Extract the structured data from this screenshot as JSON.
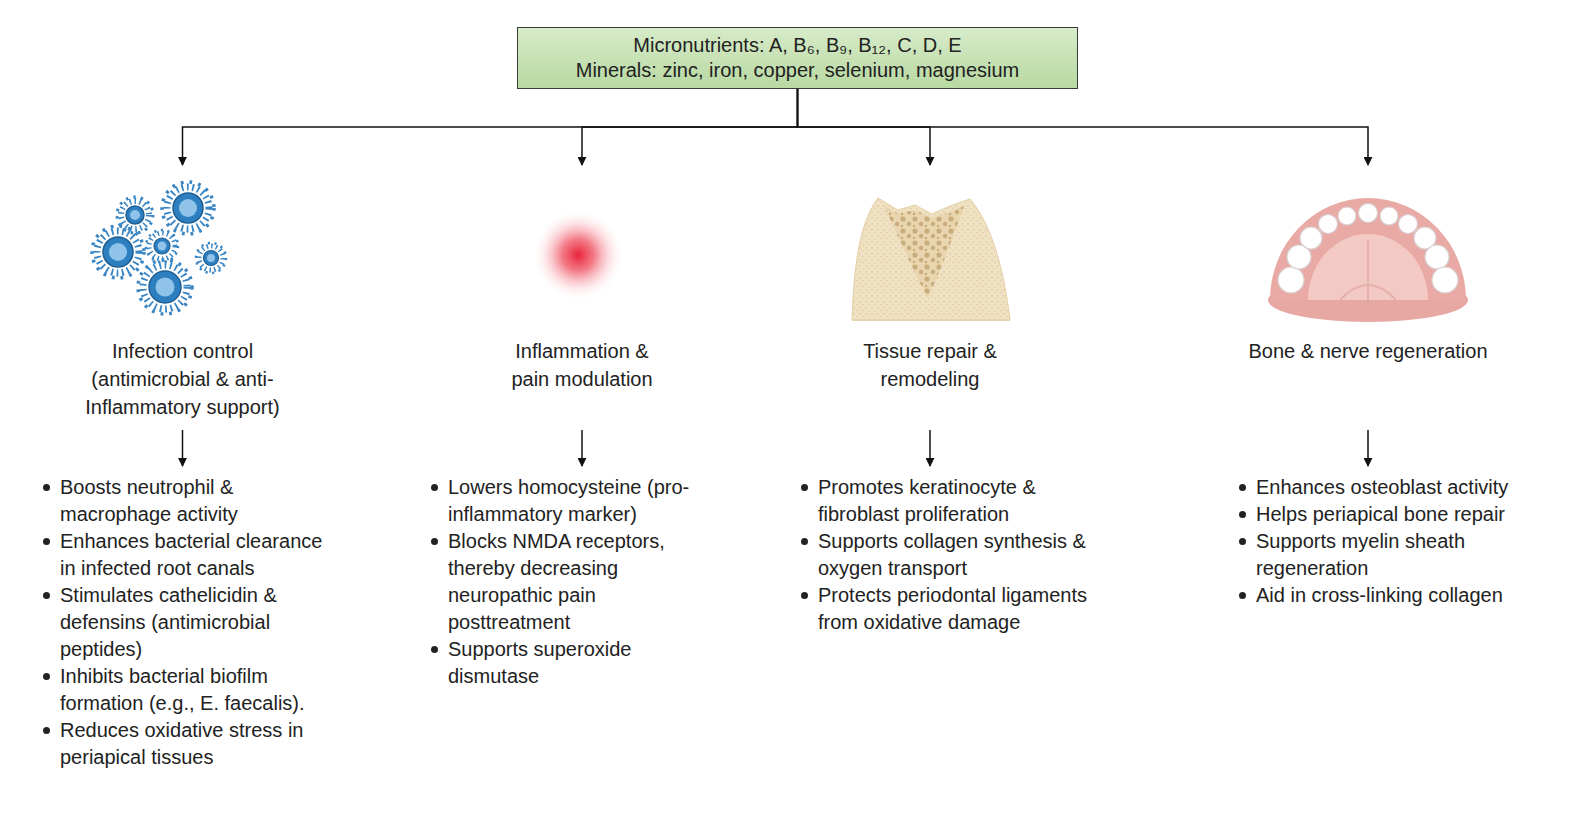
{
  "diagram": {
    "nodes": [
      {
        "text": [
          "Micronutrients: A, B₆, B₉, B₁₂, C, D, E",
          "Minerals: zinc, iron, copper, selenium, magnesium"
        ]
      },
      {
        "text": [
          "Infection control (antimicrobial & anti-Inflammatory support)"
        ]
      },
      {
        "text": [
          "Inflammation & pain modulation"
        ]
      },
      {
        "text": [
          "Tissue repair & remodeling"
        ]
      },
      {
        "text": [
          "Bone & nerve regeneration"
        ]
      },
      {
        "text": [
          "Boosts neutrophil & macrophage activity",
          "Enhances bacterial clearance in infected root canals",
          "Stimulates cathelicidin & defensins (antimicrobial peptides)",
          "Inhibits bacterial biofilm formation (e.g., E. faecalis).",
          "Reduces oxidative stress in periapical tissues"
        ]
      },
      {
        "text": [
          "Lowers homocysteine (pro-inflammatory marker)",
          "Blocks NMDA receptors, thereby decreasing neuropathic pain posttreatment",
          "Supports superoxide dismutase"
        ]
      },
      {
        "text": [
          "Promotes keratinocyte & fibroblast proliferation",
          "Supports collagen synthesis & oxygen transport",
          "Protects periodontal ligaments from oxidative damage"
        ]
      },
      {
        "text": [
          "Enhances osteoblast activity",
          "Helps periapical bone repair",
          "Supports myelin sheath regeneration",
          "Aid in cross-linking collagen"
        ]
      }
    ],
    "edges": [
      {
        "from": 0,
        "to": 1,
        "arrow": "to"
      },
      {
        "from": 0,
        "to": 2,
        "arrow": "to"
      },
      {
        "from": 0,
        "to": 3,
        "arrow": "to"
      },
      {
        "from": 0,
        "to": 4,
        "arrow": "to"
      },
      {
        "from": 1,
        "to": 5,
        "arrow": "to"
      },
      {
        "from": 2,
        "to": 6,
        "arrow": "to"
      },
      {
        "from": 3,
        "to": 7,
        "arrow": "to"
      },
      {
        "from": 4,
        "to": 8,
        "arrow": "to"
      }
    ]
  }
}
